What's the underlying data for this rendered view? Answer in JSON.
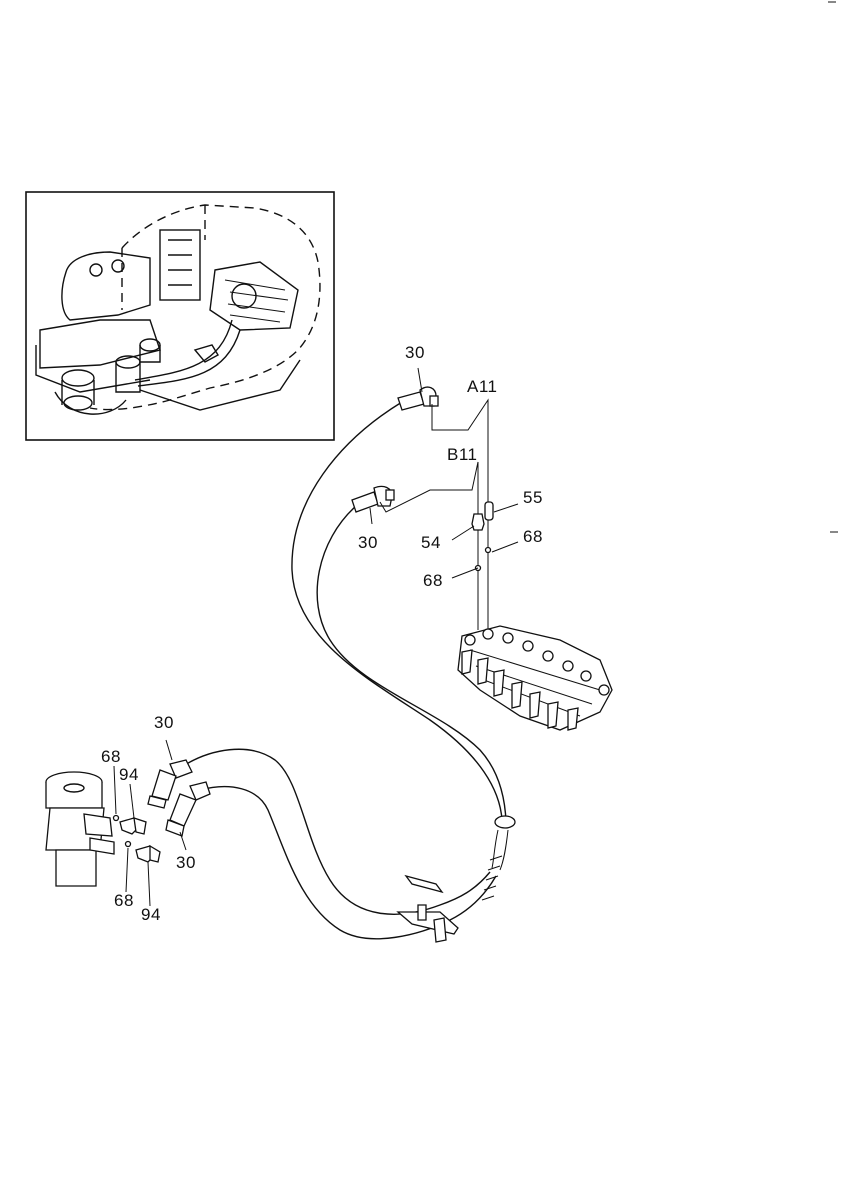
{
  "colors": {
    "ink": "#111111",
    "paper": "#ffffff"
  },
  "inset": {
    "name": "machine-overview-inset"
  },
  "labels": {
    "hose_upper": "30",
    "a11": "A11",
    "b11": "B11",
    "hose_mid": "30",
    "p55": "55",
    "p54": "54",
    "p68_right": "68",
    "p68_mid": "68",
    "hose_lower_a": "30",
    "p68_left_top": "68",
    "p94_top": "94",
    "hose_lower_b": "30",
    "p68_left_bottom": "68",
    "p94_bottom": "94"
  }
}
